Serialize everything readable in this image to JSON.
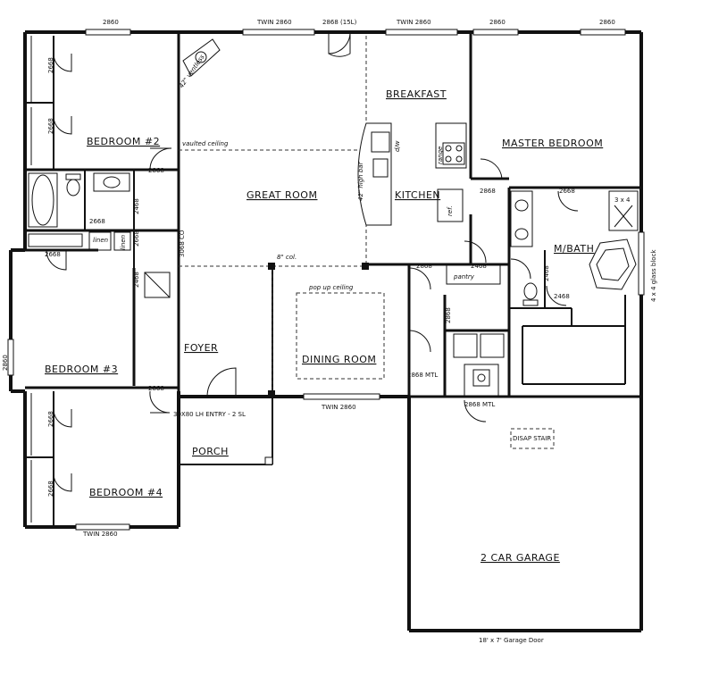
{
  "rooms": {
    "bedroom2": "BEDROOM #2",
    "bedroom3": "BEDROOM #3",
    "bedroom4": "BEDROOM #4",
    "great_room": "GREAT ROOM",
    "breakfast": "BREAKFAST",
    "kitchen": "KITCHEN",
    "master_bedroom": "MASTER BEDROOM",
    "master_bath": "M/BATH",
    "foyer": "FOYER",
    "dining_room": "DINING ROOM",
    "porch": "PORCH",
    "garage": "2 CAR GARAGE"
  },
  "labels": {
    "top_window_1": "2860",
    "top_window_2": "TWIN 2860",
    "top_door": "2868 (15L)",
    "top_window_3": "TWIN 2860",
    "top_window_4": "2860",
    "top_window_5": "2860",
    "fireplace": "42\" ventless",
    "vaulted_ceiling": "vaulted ceiling",
    "column": "8\" col.",
    "pop_up_ceiling": "pop up ceiling",
    "closet_b2": "2668",
    "closet_b2b": "2668",
    "bath_door": "2868",
    "hall_door_1": "2468",
    "hall_door_2": "2668",
    "hall_door_3": "2668",
    "bed3_door": "2668",
    "linen1": "linen",
    "linen2": "linen",
    "hall_closet": "2468",
    "opening_co": "3068 CO",
    "bed3_side": "2860",
    "bed3_exit": "2868",
    "closet_b4a": "2668",
    "closet_b4b": "2668",
    "entry_door": "30X80 LH ENTRY - 2 SL",
    "front_window": "TWIN 2860",
    "bottom_window": "TWIN 2860",
    "bar_label": "42\" high bar",
    "dw": "d/w",
    "range": "range",
    "ref": "ref.",
    "kitchen_door": "2868",
    "pantry": "pantry",
    "pantry_door": "2468",
    "dining_door": "2868",
    "laundry_door": "2868",
    "garage_door_mtl": "2868 MTL",
    "garage_door_mtl2": "2868 MTL",
    "master_door": "2868",
    "master_closet": "2668",
    "bath_door_2": "2468",
    "shower_size": "3 x 4",
    "glass_block": "4 x 4 glass block",
    "wc_door": "2468",
    "disap_stair": "DISAP STAIR",
    "garage_door": "18' x 7' Garage Door"
  }
}
